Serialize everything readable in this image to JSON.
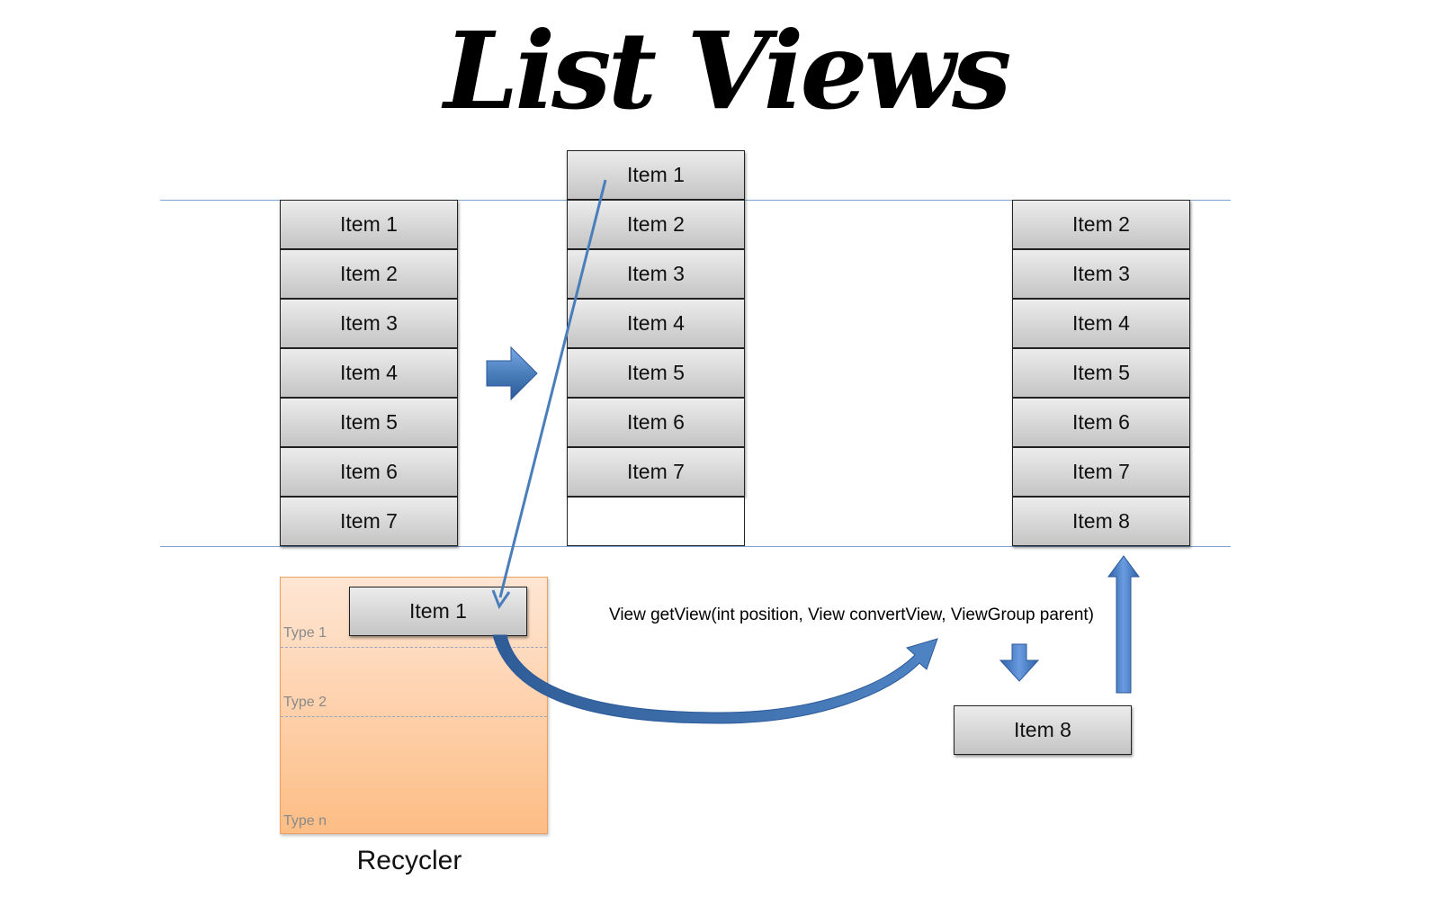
{
  "title": "List Views",
  "columns": {
    "before": {
      "items": [
        "Item 1",
        "Item 2",
        "Item 3",
        "Item 4",
        "Item 5",
        "Item 6",
        "Item 7"
      ]
    },
    "scrolling": {
      "items": [
        "Item 1",
        "Item 2",
        "Item 3",
        "Item 4",
        "Item 5",
        "Item 6",
        "Item 7"
      ],
      "trailing_empty_slot": true
    },
    "after": {
      "items": [
        "Item 2",
        "Item 3",
        "Item 4",
        "Item 5",
        "Item 6",
        "Item 7",
        "Item 8"
      ]
    }
  },
  "recycler": {
    "label": "Recycler",
    "recycled_item": "Item 1",
    "type_labels": [
      "Type 1",
      "Type 2",
      "Type n"
    ]
  },
  "method_signature": "View getView(int position, View convertView, ViewGroup parent)",
  "new_item": "Item 8",
  "icons": {
    "right_arrow": "right-arrow-icon",
    "down_arrow": "down-arrow-icon",
    "up_arrow": "up-arrow-icon",
    "curved_arrow": "curved-arrow-icon"
  },
  "colors": {
    "arrow_blue": "#4a7ebb",
    "guide_line": "#7fa4cf",
    "recycler_top": "#fee6d4",
    "recycler_bottom": "#fdbd85"
  }
}
